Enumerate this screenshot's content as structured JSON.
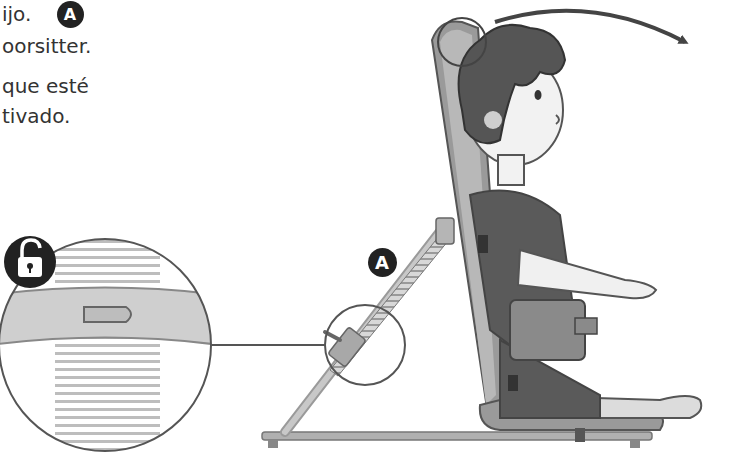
{
  "diagram": {
    "nodes": [
      {
        "text": [
          "A"
        ]
      },
      {
        "text": [
          "A"
        ]
      }
    ],
    "labels": [
      "ijo.",
      "oorsitter.",
      "que esté",
      "tivado."
    ]
  }
}
